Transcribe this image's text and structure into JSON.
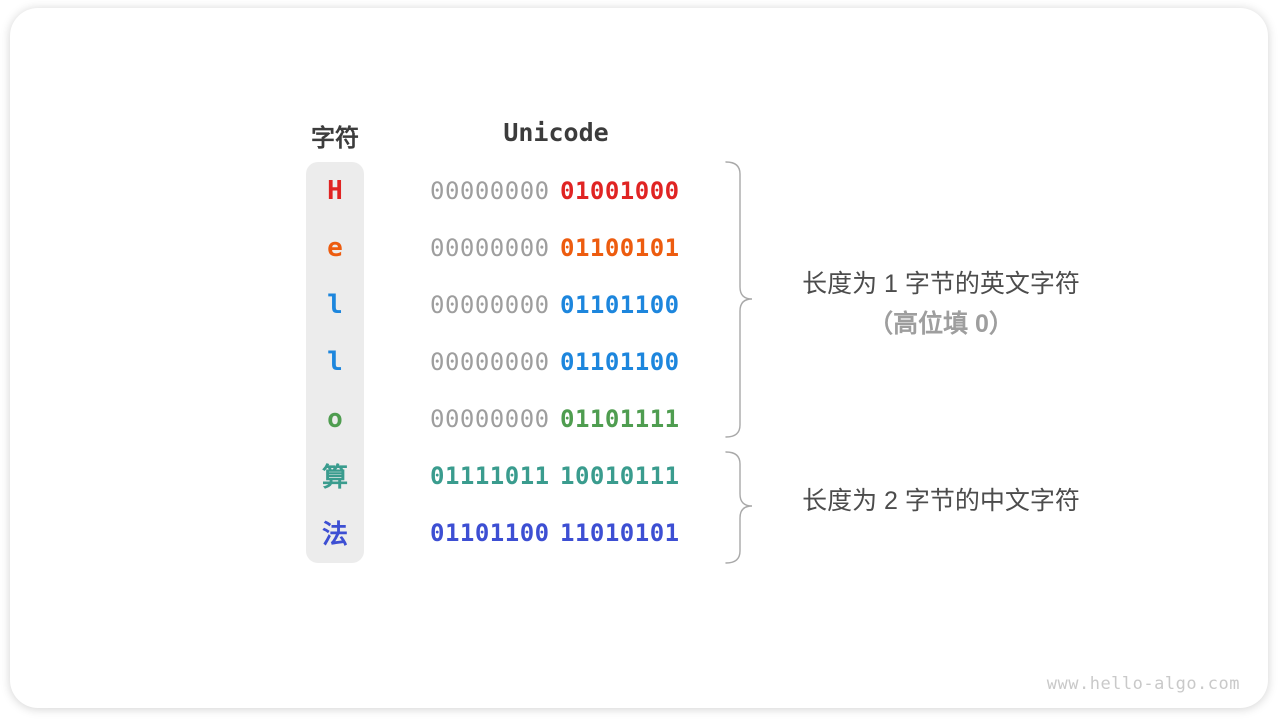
{
  "card": {
    "table": {
      "char_header": "字符",
      "unicode_header": "Unicode",
      "rows": [
        {
          "char": "H",
          "type": "ascii",
          "color": "#e02423",
          "high_byte": "00000000",
          "low_byte": "01001000"
        },
        {
          "char": "e",
          "type": "ascii",
          "color": "#ed5c0f",
          "high_byte": "00000000",
          "low_byte": "01100101"
        },
        {
          "char": "l",
          "type": "ascii",
          "color": "#1d86dd",
          "high_byte": "00000000",
          "low_byte": "01101100"
        },
        {
          "char": "l",
          "type": "ascii",
          "color": "#1d86dd",
          "high_byte": "00000000",
          "low_byte": "01101100"
        },
        {
          "char": "o",
          "type": "ascii",
          "color": "#4f9d50",
          "high_byte": "00000000",
          "low_byte": "01101111"
        },
        {
          "char": "算",
          "type": "cjk",
          "color": "#3a9c8e",
          "high_byte": "01111011",
          "low_byte": "10010111"
        },
        {
          "char": "法",
          "type": "cjk",
          "color": "#3d4fd3",
          "high_byte": "01101100",
          "low_byte": "11010101"
        }
      ]
    },
    "annotations": {
      "english_group_line1": "长度为 1 字节的英文字符",
      "english_group_line2": "（高位填 0）",
      "chinese_group_line1": "长度为 2 字节的中文字符"
    },
    "watermark": "www.hello-algo.com"
  },
  "colors": {
    "dim_byte": "#9e9e9e",
    "header_text": "#3c3c3c",
    "annotation_dark": "#4c4c4c",
    "annotation_light": "#9e9e9e",
    "brace": "#a9a9a9",
    "watermark_text": "#c9c9c9",
    "char_column_bg": "#ececec",
    "row_colors": [
      "#e02423",
      "#ed5c0f",
      "#1d86dd",
      "#4f9d50",
      "#3a9c8e",
      "#3d4fd3"
    ]
  }
}
